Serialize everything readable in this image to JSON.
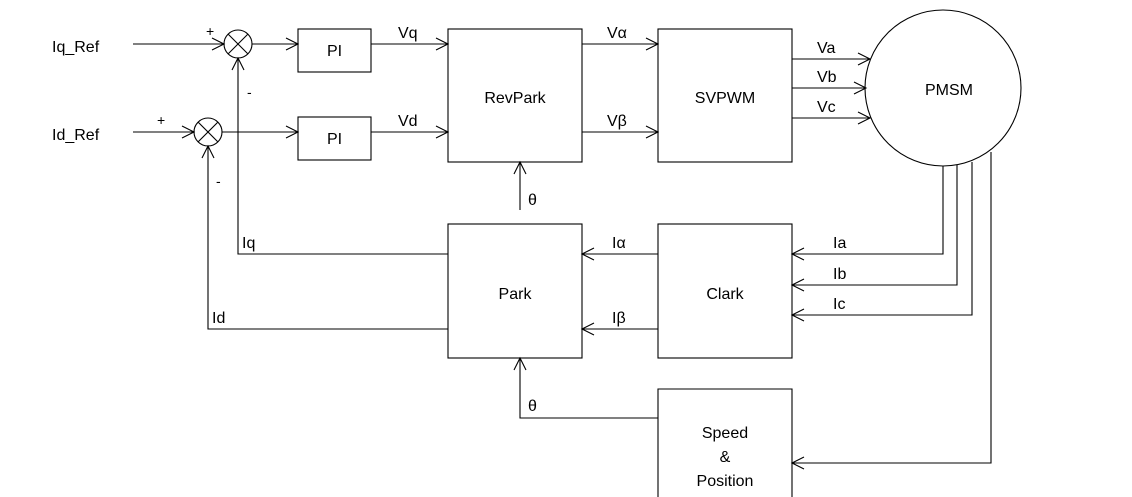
{
  "inputs": {
    "iq_ref": "Iq_Ref",
    "id_ref": "Id_Ref"
  },
  "blocks": {
    "pi_q": "PI",
    "pi_d": "PI",
    "revpark": "RevPark",
    "svpwm": "SVPWM",
    "pmsm": "PMSM",
    "park": "Park",
    "clark": "Clark",
    "speed_position": [
      "Speed",
      "&",
      "Position"
    ]
  },
  "signs": {
    "sum_q_plus": "+",
    "sum_q_minus": "-",
    "sum_d_plus": "+",
    "sum_d_minus": "-"
  },
  "signals": {
    "vq": "Vq",
    "vd": "Vd",
    "v_alpha": "Vα",
    "v_beta": "Vβ",
    "va": "Va",
    "vb": "Vb",
    "vc": "Vc",
    "theta_revpark": "θ",
    "theta_park": "θ",
    "i_alpha": "Iα",
    "i_beta": "Iβ",
    "ia": "Ia",
    "ib": "Ib",
    "ic": "Ic",
    "iq": "Iq",
    "id": "Id"
  }
}
